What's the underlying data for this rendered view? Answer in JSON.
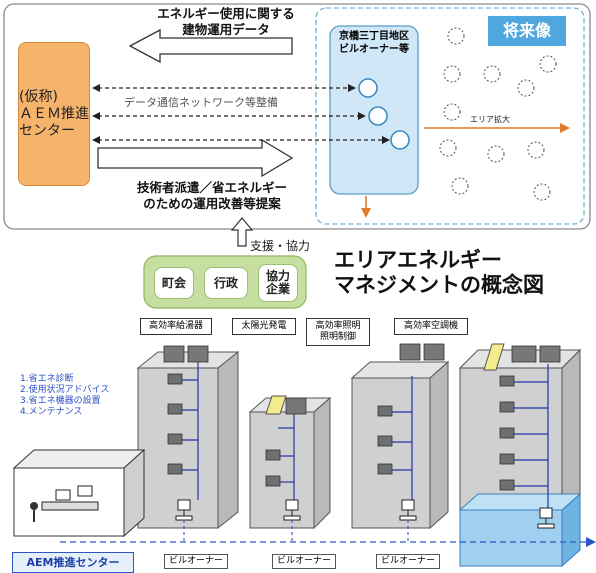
{
  "top": {
    "energy_data_label": "エネルギー使用に関する\n建物運用データ",
    "network_label": "データ通信ネットワーク等整備",
    "proposal_label": "技術者派遣／省エネルギー\nのための運用改善等提案",
    "center_label": "(仮称)\nＡＥＭ推進\nセンター",
    "owners_label": "京橋三丁目地区\nビルオーナー等",
    "future_label": "将来像",
    "area_expand_label": "エリア拡大"
  },
  "support": {
    "label": "支援・協力",
    "partners": [
      "町会",
      "行政",
      "協力\n企業"
    ]
  },
  "concept_title": "エリアエネルギー\nマネジメントの概念図",
  "equipment": [
    "高効率給湯器",
    "太陽光発電",
    "高効率照明\n照明制御",
    "高効率空調機"
  ],
  "services": [
    "1.省エネ診断",
    "2.使用状況アドバイス",
    "3.省エネ機器の設置",
    "4.メンテナンス"
  ],
  "center_bottom_label": "AEM推進センター",
  "owner_label": "ビルオーナー"
}
